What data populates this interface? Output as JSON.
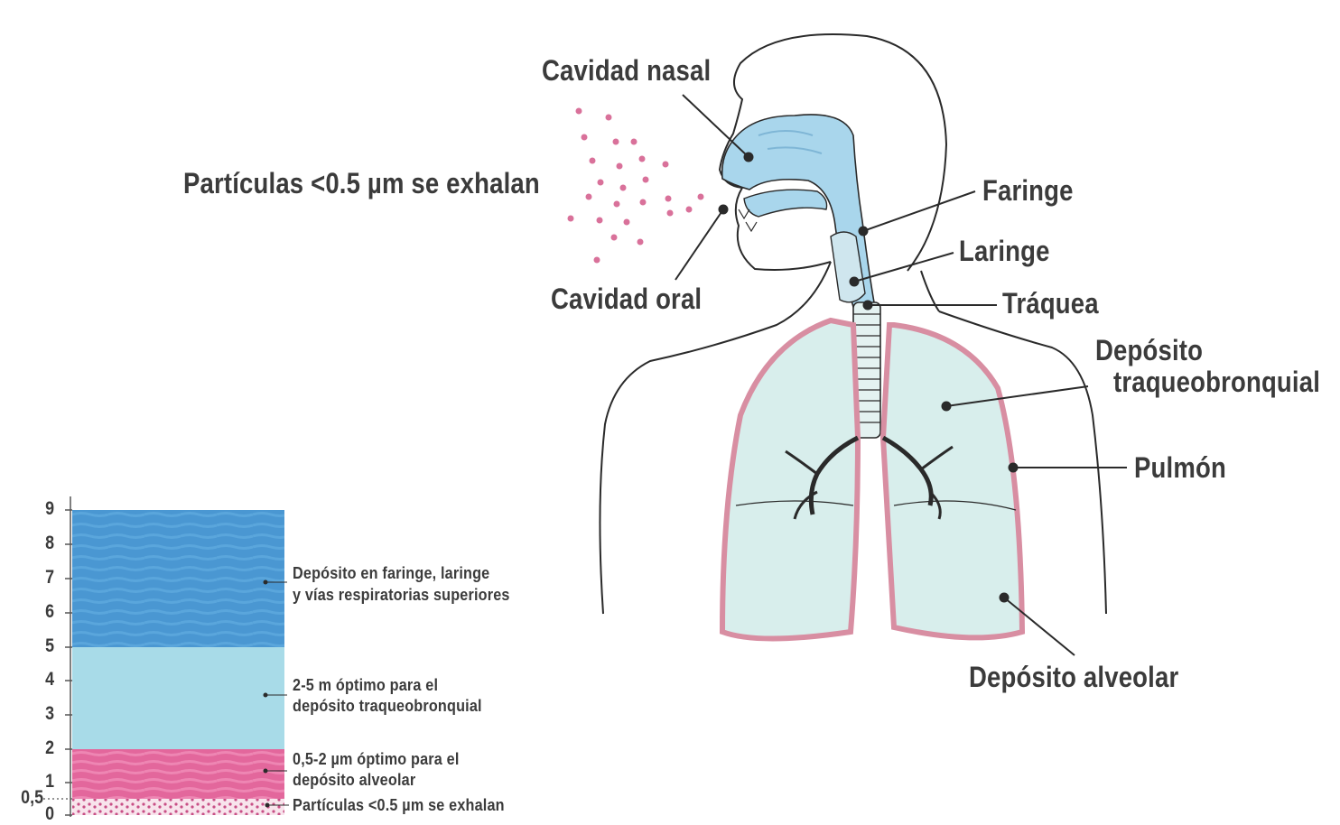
{
  "labels": {
    "nasal": "Cavidad nasal",
    "exhale": "Partículas <0.5 µm se exhalan",
    "oral": "Cavidad oral",
    "pharynx": "Faringe",
    "larynx": "Laringe",
    "trachea": "Tráquea",
    "tracheo_1": "Depósito",
    "tracheo_2": "traqueobronquial",
    "lung": "Pulmón",
    "alveolar": "Depósito alveolar"
  },
  "scale": {
    "ticks": [
      "0",
      "0,5",
      "1",
      "2",
      "3",
      "4",
      "5",
      "6",
      "7",
      "8",
      "9"
    ],
    "bands": [
      {
        "id": "upper",
        "from": 5,
        "to": 9,
        "color": "#4a97d2",
        "text_1": "Depósito en faringe, laringe",
        "text_2": "y vías respiratorias superiores"
      },
      {
        "id": "tracheo",
        "from": 2,
        "to": 5,
        "color": "#a8dbe8",
        "text_1": "2-5 m óptimo para el",
        "text_2": "depósito traqueobronquial"
      },
      {
        "id": "alveolar",
        "from": 0.5,
        "to": 2,
        "color": "#e3679c",
        "text_1": "0,5-2 µm óptimo para el",
        "text_2": "depósito alveolar"
      },
      {
        "id": "exhaled",
        "from": 0,
        "to": 0.5,
        "color": "#f6dbe6",
        "text_1": "Partículas <0.5 µm se exhalan"
      }
    ]
  },
  "colors": {
    "airway": "#a9d6ec",
    "lung_fill": "#d8eeec",
    "pleura": "#d88ea2",
    "particle": "#d9719a",
    "ink": "#2a2a2a"
  }
}
